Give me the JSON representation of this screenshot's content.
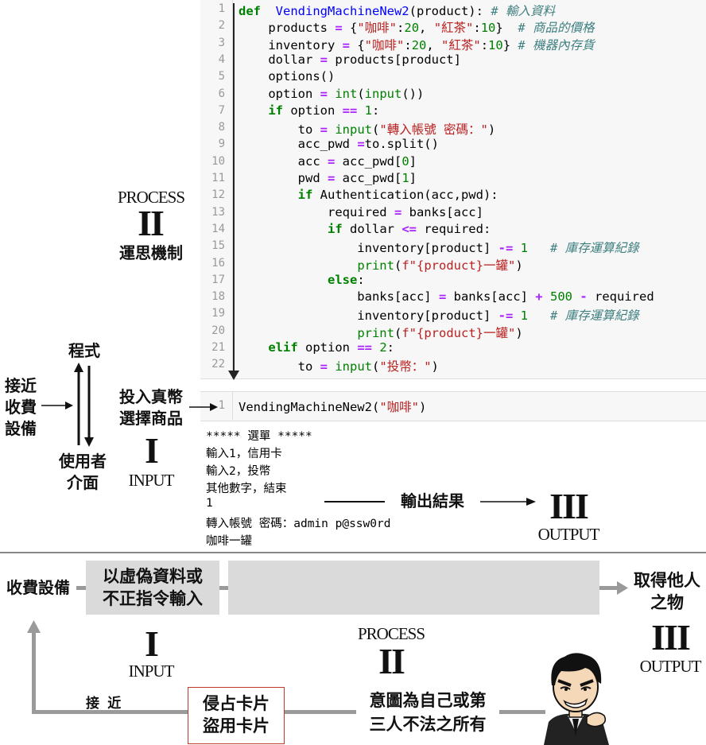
{
  "code_lines": [
    {
      "n": "1",
      "parts": [
        [
          "kw",
          "def"
        ],
        [
          "",
          "  "
        ],
        [
          "fn",
          "VendingMachineNew2"
        ],
        [
          "",
          "(product): "
        ],
        [
          "cm",
          "# 輸入資料"
        ]
      ]
    },
    {
      "n": "2",
      "parts": [
        [
          "",
          "    products "
        ],
        [
          "op",
          "="
        ],
        [
          "",
          " {"
        ],
        [
          "st",
          "\"咖啡\""
        ],
        [
          "",
          ":"
        ],
        [
          "nm",
          "20"
        ],
        [
          "",
          ", "
        ],
        [
          "st",
          "\"紅茶\""
        ],
        [
          "",
          ":"
        ],
        [
          "nm",
          "10"
        ],
        [
          "",
          "}  "
        ],
        [
          "cm",
          "# 商品的價格"
        ]
      ]
    },
    {
      "n": "3",
      "parts": [
        [
          "",
          "    inventory "
        ],
        [
          "op",
          "="
        ],
        [
          "",
          " {"
        ],
        [
          "st",
          "\"咖啡\""
        ],
        [
          "",
          ":"
        ],
        [
          "nm",
          "20"
        ],
        [
          "",
          ", "
        ],
        [
          "st",
          "\"紅茶\""
        ],
        [
          "",
          ":"
        ],
        [
          "nm",
          "10"
        ],
        [
          "",
          "} "
        ],
        [
          "cm",
          "# 機器內存貨"
        ]
      ]
    },
    {
      "n": "4",
      "parts": [
        [
          "",
          "    dollar "
        ],
        [
          "op",
          "="
        ],
        [
          "",
          " products[product]"
        ]
      ]
    },
    {
      "n": "5",
      "parts": [
        [
          "",
          "    options()"
        ]
      ]
    },
    {
      "n": "6",
      "parts": [
        [
          "",
          "    option "
        ],
        [
          "op",
          "="
        ],
        [
          " ",
          ""
        ],
        [
          "bi",
          " int"
        ],
        [
          "",
          "("
        ],
        [
          "bi",
          "input"
        ],
        [
          "",
          "())"
        ]
      ]
    },
    {
      "n": "7",
      "parts": [
        [
          "",
          "    "
        ],
        [
          "kw",
          "if"
        ],
        [
          "",
          " option "
        ],
        [
          "op",
          "=="
        ],
        [
          "",
          " "
        ],
        [
          "nm",
          "1"
        ],
        [
          "",
          ":"
        ]
      ]
    },
    {
      "n": "8",
      "parts": [
        [
          "",
          "        to "
        ],
        [
          "op",
          "="
        ],
        [
          "",
          " "
        ],
        [
          "bi",
          "input"
        ],
        [
          "",
          "("
        ],
        [
          "st",
          "\"轉入帳號 密碼：\""
        ],
        [
          "",
          ")"
        ]
      ]
    },
    {
      "n": "9",
      "parts": [
        [
          "",
          "        acc_pwd "
        ],
        [
          "op",
          "="
        ],
        [
          "",
          "to.split()"
        ]
      ]
    },
    {
      "n": "10",
      "parts": [
        [
          "",
          "        acc "
        ],
        [
          "op",
          "="
        ],
        [
          "",
          " acc_pwd["
        ],
        [
          "nm",
          "0"
        ],
        [
          "",
          "]"
        ]
      ]
    },
    {
      "n": "11",
      "parts": [
        [
          "",
          "        pwd "
        ],
        [
          "op",
          "="
        ],
        [
          "",
          " acc_pwd["
        ],
        [
          "nm",
          "1"
        ],
        [
          "",
          "]"
        ]
      ]
    },
    {
      "n": "12",
      "parts": [
        [
          "",
          "        "
        ],
        [
          "kw",
          "if"
        ],
        [
          "",
          " Authentication(acc,pwd):"
        ]
      ]
    },
    {
      "n": "13",
      "parts": [
        [
          "",
          "            required "
        ],
        [
          "op",
          "="
        ],
        [
          "",
          " banks[acc]"
        ]
      ]
    },
    {
      "n": "14",
      "parts": [
        [
          "",
          "            "
        ],
        [
          "kw",
          "if"
        ],
        [
          "",
          " dollar "
        ],
        [
          "op",
          "<="
        ],
        [
          "",
          " required:"
        ]
      ]
    },
    {
      "n": "15",
      "parts": [
        [
          "",
          "                inventory[product] "
        ],
        [
          "op",
          "-="
        ],
        [
          "",
          " "
        ],
        [
          "nm",
          "1"
        ],
        [
          "",
          "   "
        ],
        [
          "cm",
          "# 庫存運算紀錄"
        ]
      ]
    },
    {
      "n": "16",
      "parts": [
        [
          "",
          "                "
        ],
        [
          "bi",
          "print"
        ],
        [
          "",
          "("
        ],
        [
          "st",
          "f\"{product}一罐\""
        ],
        [
          "",
          ")"
        ]
      ]
    },
    {
      "n": "17",
      "parts": [
        [
          "",
          "            "
        ],
        [
          "kw",
          "else"
        ],
        [
          "",
          ":"
        ]
      ]
    },
    {
      "n": "18",
      "parts": [
        [
          "",
          "                banks[acc] "
        ],
        [
          "op",
          "="
        ],
        [
          "",
          " banks[acc] "
        ],
        [
          "op",
          "+"
        ],
        [
          "",
          " "
        ],
        [
          "nm",
          "500"
        ],
        [
          "",
          " "
        ],
        [
          "op",
          "-"
        ],
        [
          "",
          " required"
        ]
      ]
    },
    {
      "n": "19",
      "parts": [
        [
          "",
          "                inventory[product] "
        ],
        [
          "op",
          "-="
        ],
        [
          "",
          " "
        ],
        [
          "nm",
          "1"
        ],
        [
          "",
          "   "
        ],
        [
          "cm",
          "# 庫存運算紀錄"
        ]
      ]
    },
    {
      "n": "20",
      "parts": [
        [
          "",
          "                "
        ],
        [
          "bi",
          "print"
        ],
        [
          "",
          "("
        ],
        [
          "st",
          "f\"{product}一罐\""
        ],
        [
          "",
          ")"
        ]
      ]
    },
    {
      "n": "21",
      "parts": [
        [
          "",
          "    "
        ],
        [
          "kw",
          "elif"
        ],
        [
          "",
          " option "
        ],
        [
          "op",
          "=="
        ],
        [
          "",
          " "
        ],
        [
          "nm",
          "2"
        ],
        [
          "",
          ":"
        ]
      ]
    },
    {
      "n": "22",
      "parts": [
        [
          "",
          "        to "
        ],
        [
          "op",
          "="
        ],
        [
          "",
          " "
        ],
        [
          "bi",
          "input"
        ],
        [
          "",
          "("
        ],
        [
          "st",
          "\"投幣：\""
        ],
        [
          "",
          ")"
        ]
      ]
    }
  ],
  "call_line": {
    "n": "1",
    "parts": [
      [
        "",
        "VendingMachineNew2("
      ],
      [
        "st",
        "\"咖啡\""
      ],
      [
        "",
        ")"
      ]
    ]
  },
  "output_lines": [
    "***** 選單 *****",
    "輸入1，信用卡",
    "輸入2，投幣",
    "其他數字，結束",
    "1",
    "轉入帳號 密碼：admin p@ssw0rd",
    "咖啡一罐"
  ],
  "top": {
    "process_word": "PROCESS",
    "process_numeral": "II",
    "process_label": "運思機制",
    "program": "程式",
    "access_label": [
      "接近",
      "收費",
      "設備"
    ],
    "ui_label": [
      "使用者",
      "介面"
    ],
    "input_action": [
      "投入真幣",
      "選擇商品"
    ],
    "input_numeral": "I",
    "input_word": "INPUT",
    "result_label": "輸出結果",
    "output_numeral": "III",
    "output_word": "OUTPUT"
  },
  "bottom": {
    "device": "收費設備",
    "false_input": [
      "以虛偽資料或",
      "不正指令輸入"
    ],
    "acquire": [
      "取得他人",
      "之物"
    ],
    "input_numeral": "I",
    "input_word": "INPUT",
    "process_word": "PROCESS",
    "process_numeral": "II",
    "output_numeral": "III",
    "output_word": "OUTPUT",
    "approach": "接 近",
    "card_label": [
      "侵占卡片",
      "盜用卡片"
    ],
    "intent": [
      "意圖為自己或第",
      "三人不法之所有"
    ]
  }
}
